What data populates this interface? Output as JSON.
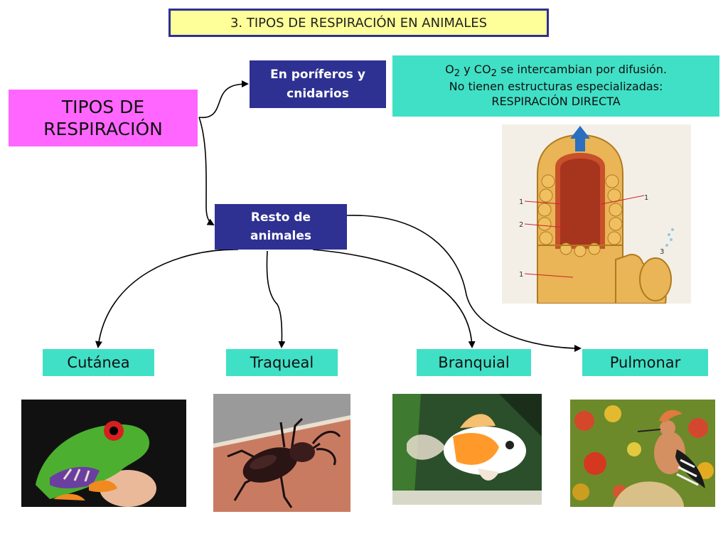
{
  "title": "3. TIPOS DE RESPIRACIÓN EN ANIMALES",
  "main_node": {
    "line1": "TIPOS DE",
    "line2": "RESPIRACIÓN"
  },
  "branch_porif": {
    "line1": "En poríferos y",
    "line2": "cnidarios"
  },
  "branch_resto": {
    "line1": "Resto de",
    "line2": "animales"
  },
  "info": {
    "o2": "O",
    "o2_sub": "2",
    "mid": " y CO",
    "co2_sub": "2",
    "rest1": " se intercambian por difusión.",
    "line2": "No tienen estructuras especializadas:",
    "line3": "RESPIRACIÓN DIRECTA"
  },
  "categories": {
    "cutanea": "Cutánea",
    "traqueal": "Traqueal",
    "branquial": "Branquial",
    "pulmonar": "Pulmonar"
  },
  "sponge_labels": {
    "a": "1",
    "b": "2",
    "c": "1",
    "d": "1",
    "e": "3"
  },
  "colors": {
    "title_bg": "#ffff99",
    "main_bg": "#ff66ff",
    "branch_bg": "#2e3192",
    "info_bg": "#40e0c6"
  },
  "icons": [
    "sponge-illustration",
    "frog-photo",
    "beetle-photo",
    "goldfish-photo",
    "hoopoe-photo"
  ]
}
